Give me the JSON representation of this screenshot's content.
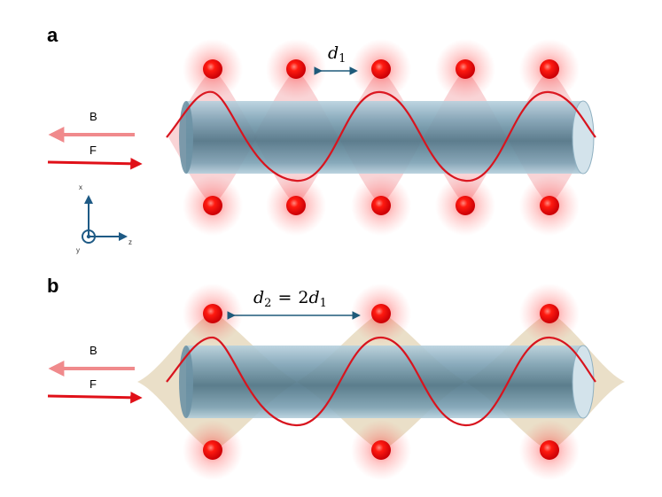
{
  "panel_a": {
    "label": "a",
    "arrow_b_label": "B",
    "arrow_f_label": "F",
    "spacing": {
      "var": "d",
      "sub": "1"
    }
  },
  "panel_b": {
    "label": "b",
    "arrow_b_label": "B",
    "arrow_f_label": "F",
    "spacing": {
      "lhs_var": "d",
      "lhs_sub": "2",
      "eq": "=",
      "coef": "2",
      "rhs_var": "d",
      "rhs_sub": "1"
    }
  },
  "axes": {
    "x": "x",
    "y": "y",
    "z": "z"
  },
  "colors": {
    "atom": "#e8000a",
    "wave": "#d8141e",
    "fiber": "#4f7d92",
    "backward_arrow": "#f08a8c",
    "forward_arrow": "#e01018",
    "lattice_a": "#f2a0a4",
    "lattice_b": "#d9c59a",
    "axis": "#1e5a85",
    "spacing_arrow": "#1e5a7a"
  }
}
